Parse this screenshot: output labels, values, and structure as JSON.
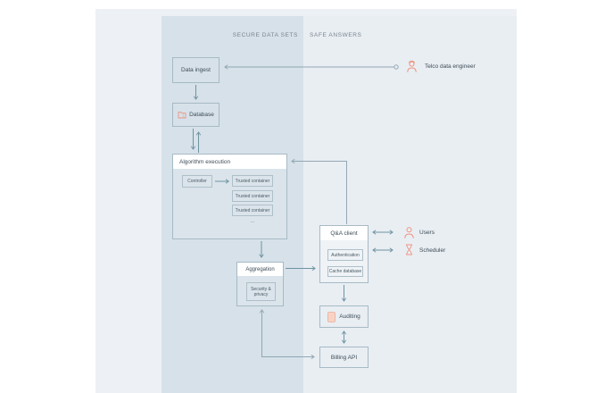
{
  "regions": {
    "secure_label": "SECURE DATA SETS",
    "safe_label": "SAFE ANSWERS"
  },
  "nodes": {
    "data_ingest": "Data ingest",
    "database": "Database",
    "algorithm_execution": "Algorithm execution",
    "controller": "Controller",
    "trusted_containers": [
      "Trusted container",
      "Trusted container",
      "Trusted container"
    ],
    "more_indicator": "...",
    "aggregation": "Aggregation",
    "security_privacy": "Security & privacy",
    "qa_client": "Q&A client",
    "authentication": "Authentication",
    "cache_database": "Cache database",
    "auditing": "Auditing",
    "billing_api": "Billing API"
  },
  "actors": {
    "telco_engineer": "Telco data engineer",
    "users": "Users",
    "scheduler": "Scheduler"
  },
  "icons": {
    "database": "folder-icon",
    "auditing": "document-icon",
    "telco_engineer": "engineer-person-icon",
    "users": "user-person-icon",
    "scheduler": "hourglass-icon"
  },
  "colors": {
    "panel_bg": "#edf1f5",
    "secure_bg": "#d6e1e9",
    "safe_bg": "#e9eef3",
    "accent_salmon": "#ee9480",
    "arrow_teal": "#6e93a2",
    "connector_gray": "#92a7b4",
    "box_border": "#a7bac5",
    "text": "#3d4c57"
  }
}
